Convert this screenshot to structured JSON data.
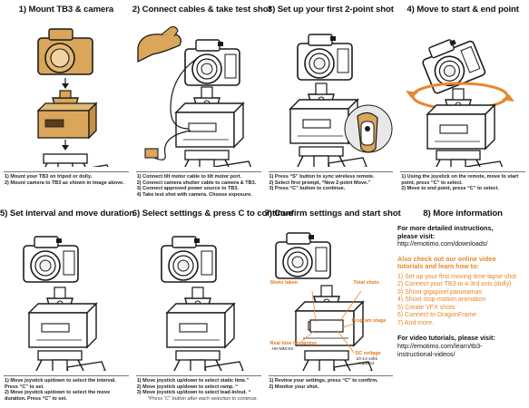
{
  "panels": [
    {
      "title": "1) Mount TB3 & camera",
      "steps": [
        "1) Mount your TB3 on tripod or dolly.",
        "2) Mount camera to TB3 as shown in image above."
      ]
    },
    {
      "title": "2) Connect cables & take test shot",
      "steps": [
        "1) Connect tilt motor cable to tilt motor port.",
        "2) Connect camera shutter cable to camera & TB3.",
        "3) Connect approved power source to TB3.",
        "4) Take test shot with camera. Choose exposure."
      ]
    },
    {
      "title": "3) Set up your first 2-point shot",
      "steps": [
        "1) Press “S” button to sync wireless remote.",
        "2) Select first prompt, “New 2-point Move.”",
        "3) Press “C” button to continue."
      ]
    },
    {
      "title": "4) Move to start & end point",
      "steps": [
        "1) Using the joystick on the remote, move to start",
        "    point, press “C” to select.",
        "2) Move to end point, press “C” to select."
      ]
    },
    {
      "title": "5) Set interval and move duration",
      "steps": [
        "1) Move joystick up/down to select the interval.",
        "    Press “C” to set.",
        "2) Move joystick up/down to select the move",
        "    duration. Press “C” to set."
      ]
    },
    {
      "title": "6) Select settings & press C to continue",
      "steps": [
        "1) Move joystick up/down to select static time.”",
        "2) Move joystick up/down to select ramp. “",
        "3) Move joystick up/down to select lead-in/out. “"
      ],
      "note": "*Press “C” button after each selection to continue."
    },
    {
      "title": "7) Confirm settings and start shot",
      "steps": [
        "1) Review your settings, press “C” to confirm.",
        "2) Monitor your shot."
      ],
      "labels": {
        "shots_taken": "Shots taken",
        "total_shots": "Total shots",
        "program_stage": "Program stage",
        "real_time_remaining": "Real time remaining",
        "time_format": "HH:MM:SS",
        "dc_voltage": "DC voltage",
        "voltage_req_1": "10-14 volts",
        "voltage_req_2": "required"
      }
    },
    {
      "title": "8) More information"
    }
  ],
  "info": {
    "intro_1": "For more detailed instructions,",
    "intro_2": "please visit:",
    "downloads_url": "http://emotimo.com/downloads/",
    "also_1": "Also check out our online video",
    "also_2": "tutorials and learn how to:",
    "tutorials": [
      "1) Set up your first moving time-lapse shot",
      "2) Connect your TB3 to a 3rd axis (dolly)",
      "3) Shoot gigapixel panoramas",
      "4) Shoot stop-motion animation",
      "5) Create VFX shots",
      "6) Connect to DragonFrame",
      "7) And more."
    ],
    "video_1": "For video tutorials, please visit:",
    "video_url_1": "http://emotimo.com/learn/tb3-",
    "video_url_2": "instructional-videos/"
  },
  "colors": {
    "accent": "#e8862a",
    "camera_tan": "#d9a65a",
    "line": "#1a1a1a"
  }
}
